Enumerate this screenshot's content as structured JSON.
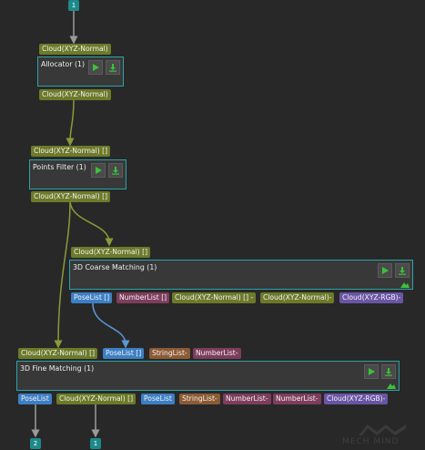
{
  "start_badge": "1",
  "allocator": {
    "title": "Allocator (1)",
    "input": "Cloud(XYZ-Normal)",
    "output": "Cloud(XYZ-Normal)"
  },
  "points_filter": {
    "title": "Points Filter (1)",
    "input": "Cloud(XYZ-Normal) []",
    "output": "Cloud(XYZ-Normal) []"
  },
  "coarse": {
    "title": "3D Coarse Matching (1)",
    "input": "Cloud(XYZ-Normal) []",
    "outputs": [
      "PoseList []",
      "NumberList []",
      "Cloud(XYZ-Normal) [] -",
      "Cloud(XYZ-Normal)-",
      "Cloud(XYZ-RGB)-"
    ]
  },
  "fine": {
    "title": "3D Fine Matching (1)",
    "inputs": [
      "Cloud(XYZ-Normal) []",
      "PoseList []",
      "StringList-",
      "NumberList-"
    ],
    "outputs": [
      "PoseList",
      "Cloud(XYZ-Normal) []",
      "PoseList",
      "StringList-",
      "NumberList-",
      "NumberList-",
      "Cloud(XYZ-RGB)-"
    ]
  },
  "end_badges": [
    "2",
    "1"
  ],
  "watermark": "MECH MIND",
  "colors": {
    "background": "#282828",
    "node_border": "#2aa3a8",
    "cloud_port": "#6c7a2a",
    "pose_port": "#3d7fc4",
    "string_port": "#8c5a34",
    "number_port": "#7e3d5c",
    "rgb_port": "#6a55a5",
    "run_button": "#3cc13c",
    "wire_cloud": "#8a9a3a",
    "wire_pose": "#5b98d6",
    "wire_exit": "#9a9a9a"
  },
  "icons": [
    "play-icon",
    "download-icon",
    "edit-icon"
  ]
}
